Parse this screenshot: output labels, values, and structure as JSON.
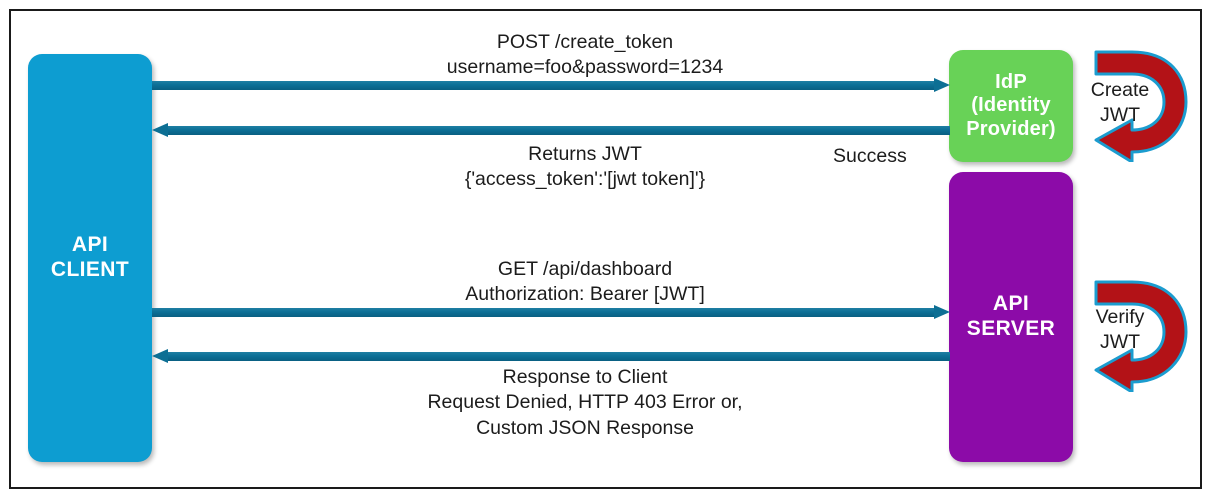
{
  "diagram": {
    "title": "JWT authentication flow between API client, identity provider and API server",
    "colors": {
      "client_box": "#0d9dd1",
      "idp_box": "#68d257",
      "server_box": "#8c0ba8",
      "arrow_blue": "#0d6f94",
      "loop_arrow_red": "#b31217",
      "loop_arrow_outline": "#1b9ccf",
      "frame_border": "#1a1a1a",
      "background": "#ffffff",
      "text": "#1c1c1c"
    },
    "nodes": [
      {
        "id": "api-client",
        "name": "api-client-node",
        "lines": [
          "API",
          "CLIENT"
        ]
      },
      {
        "id": "idp",
        "name": "idp-node",
        "lines": [
          "IdP",
          "(Identity",
          "Provider)"
        ]
      },
      {
        "id": "api-server",
        "name": "api-server-node",
        "lines": [
          "API",
          "SERVER"
        ]
      }
    ],
    "messages": [
      {
        "id": "msg-create-token",
        "direction": "client-to-idp",
        "lines": [
          "POST /create_token",
          "username=foo&password=1234"
        ]
      },
      {
        "id": "msg-returns-jwt",
        "direction": "idp-to-client",
        "lines": [
          "Returns JWT",
          "{'access_token':'[jwt token]'}"
        ]
      },
      {
        "id": "msg-get-dashboard",
        "direction": "client-to-server",
        "lines": [
          "GET /api/dashboard",
          "Authorization: Bearer [JWT]"
        ]
      },
      {
        "id": "msg-response",
        "direction": "server-to-client",
        "lines": [
          "Response to Client",
          "Request Denied, HTTP 403 Error or,",
          "Custom JSON Response"
        ]
      }
    ],
    "notes": [
      {
        "id": "note-success",
        "text": "Success"
      }
    ],
    "loops": [
      {
        "id": "loop-create-jwt",
        "icon": "curved-loop-arrow-icon",
        "lines": [
          "Create",
          "JWT"
        ]
      },
      {
        "id": "loop-verify-jwt",
        "icon": "curved-loop-arrow-icon",
        "lines": [
          "Verify",
          "JWT"
        ]
      }
    ]
  }
}
